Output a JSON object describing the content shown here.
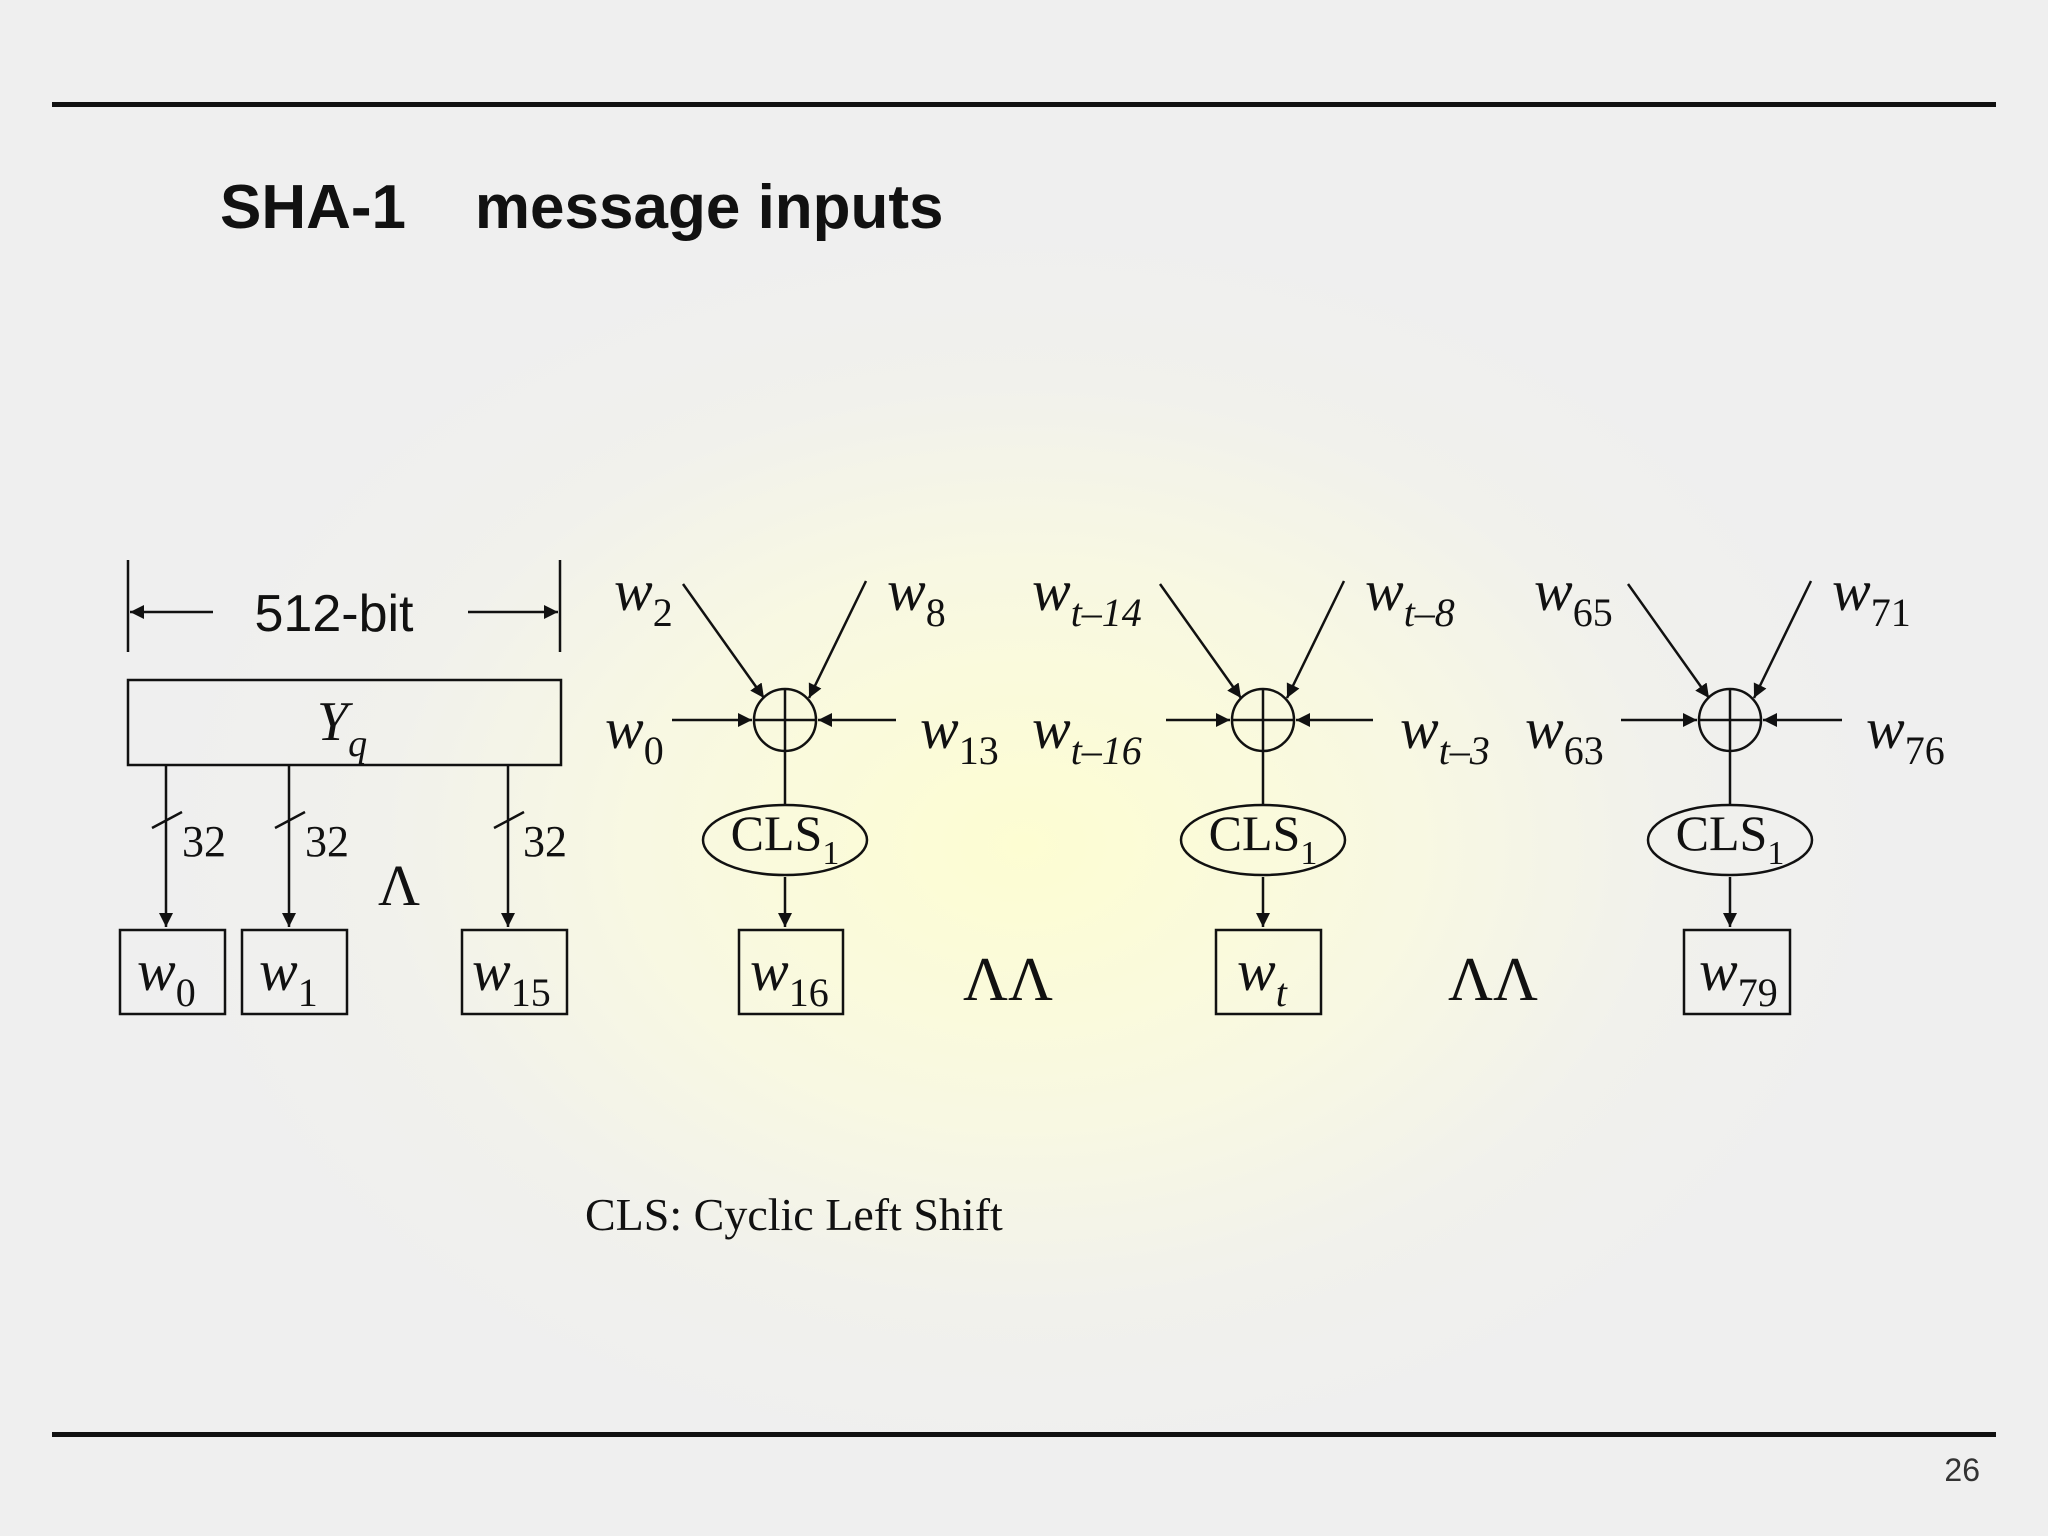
{
  "slide": {
    "title": "SHA-1    message inputs",
    "page_number": "26"
  },
  "diagram": {
    "block_width_label": "512-bit",
    "block": {
      "base": "Y",
      "sub": "q"
    },
    "bus_width": "32",
    "ellipsis_short": "Λ",
    "ellipsis_long": "ΛΛ",
    "first_words": [
      {
        "base": "w",
        "sub": "0"
      },
      {
        "base": "w",
        "sub": "1"
      },
      {
        "base": "w",
        "sub": "15"
      }
    ],
    "cells": [
      {
        "in_top_left": {
          "base": "w",
          "sub": "2"
        },
        "in_top_right": {
          "base": "w",
          "sub": "8"
        },
        "in_left": {
          "base": "w",
          "sub": "0"
        },
        "in_right": {
          "base": "w",
          "sub": "13"
        },
        "op": {
          "base": "CLS",
          "sub": "1"
        },
        "out": {
          "base": "w",
          "sub": "16"
        }
      },
      {
        "in_top_left": {
          "base": "w",
          "sub": "t–14"
        },
        "in_top_right": {
          "base": "w",
          "sub": "t–8"
        },
        "in_left": {
          "base": "w",
          "sub": "t–16"
        },
        "in_right": {
          "base": "w",
          "sub": "t–3"
        },
        "op": {
          "base": "CLS",
          "sub": "1"
        },
        "out": {
          "base": "w",
          "sub": "t"
        }
      },
      {
        "in_top_left": {
          "base": "w",
          "sub": "65"
        },
        "in_top_right": {
          "base": "w",
          "sub": "71"
        },
        "in_left": {
          "base": "w",
          "sub": "63"
        },
        "in_right": {
          "base": "w",
          "sub": "76"
        },
        "op": {
          "base": "CLS",
          "sub": "1"
        },
        "out": {
          "base": "w",
          "sub": "79"
        }
      }
    ],
    "legend": "CLS: Cyclic Left Shift"
  }
}
